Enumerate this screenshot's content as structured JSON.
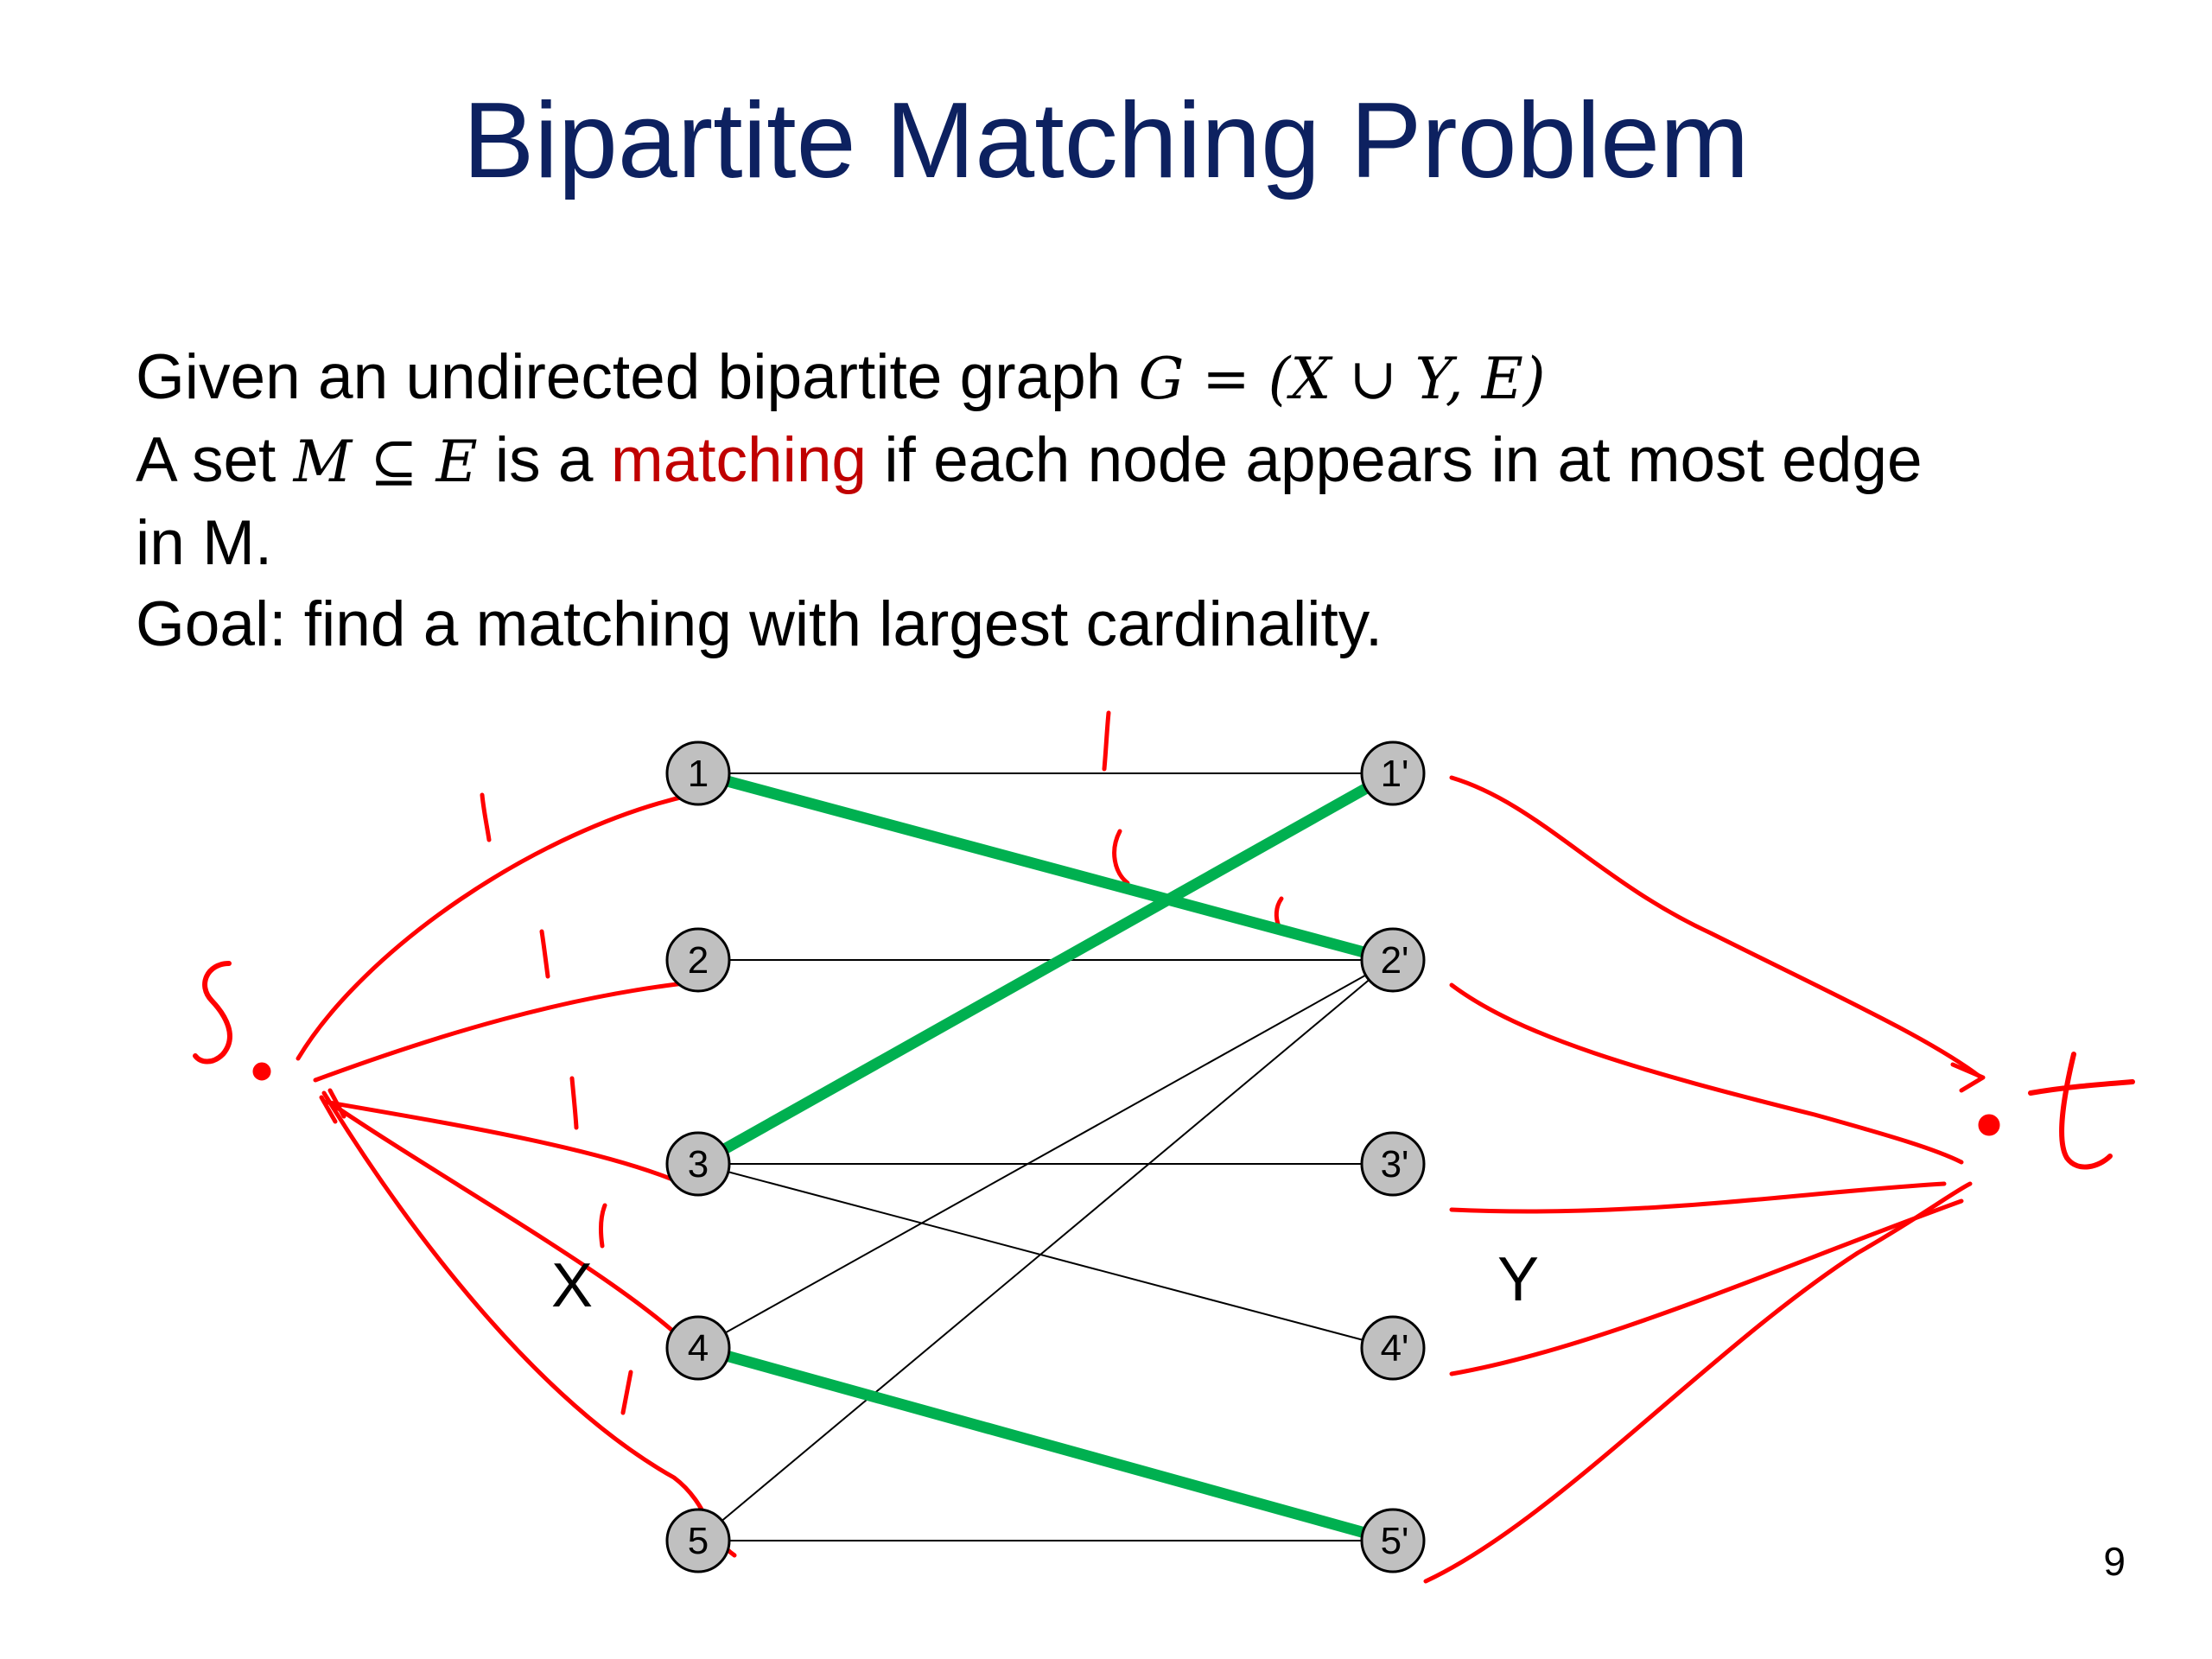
{
  "slide": {
    "title": "Bipartite Matching Problem",
    "line1_text": "Given an undirected bipartite graph ",
    "line1_math": "G = (X ∪ Y, E)",
    "line2_text_a": "A set ",
    "line2_math": "M ⊆ E",
    "line2_text_b": " is a ",
    "line2_highlight": "matching",
    "line2_text_c": " if each node appears in at most edge",
    "line3_text": "in M.",
    "line4_text": "Goal: find a matching with largest cardinality.",
    "page_number": "9",
    "highlight_color": "#c00000",
    "title_color": "#0d2160"
  },
  "graph": {
    "left_label": "X",
    "right_label": "Y",
    "left_nodes": [
      "1",
      "2",
      "3",
      "4",
      "5"
    ],
    "right_nodes": [
      "1'",
      "2'",
      "3'",
      "4'",
      "5'"
    ],
    "edges": [
      [
        "1",
        "1'"
      ],
      [
        "1",
        "2'"
      ],
      [
        "2",
        "2'"
      ],
      [
        "3",
        "1'"
      ],
      [
        "3",
        "3'"
      ],
      [
        "3",
        "4'"
      ],
      [
        "4",
        "2'"
      ],
      [
        "4",
        "5'"
      ],
      [
        "5",
        "2'"
      ],
      [
        "5",
        "5'"
      ]
    ],
    "matching": [
      [
        "1",
        "2'"
      ],
      [
        "3",
        "1'"
      ],
      [
        "4",
        "5'"
      ]
    ],
    "edge_color": "#000000",
    "matching_color": "#00b050",
    "node_fill": "#c0c0c0"
  },
  "annotations": {
    "source_label": "s",
    "sink_label": "t",
    "capacity_marks": [
      "1",
      "1",
      "1",
      "1",
      "1",
      "1",
      "1",
      "1"
    ],
    "ink_color": "#ff0000"
  }
}
